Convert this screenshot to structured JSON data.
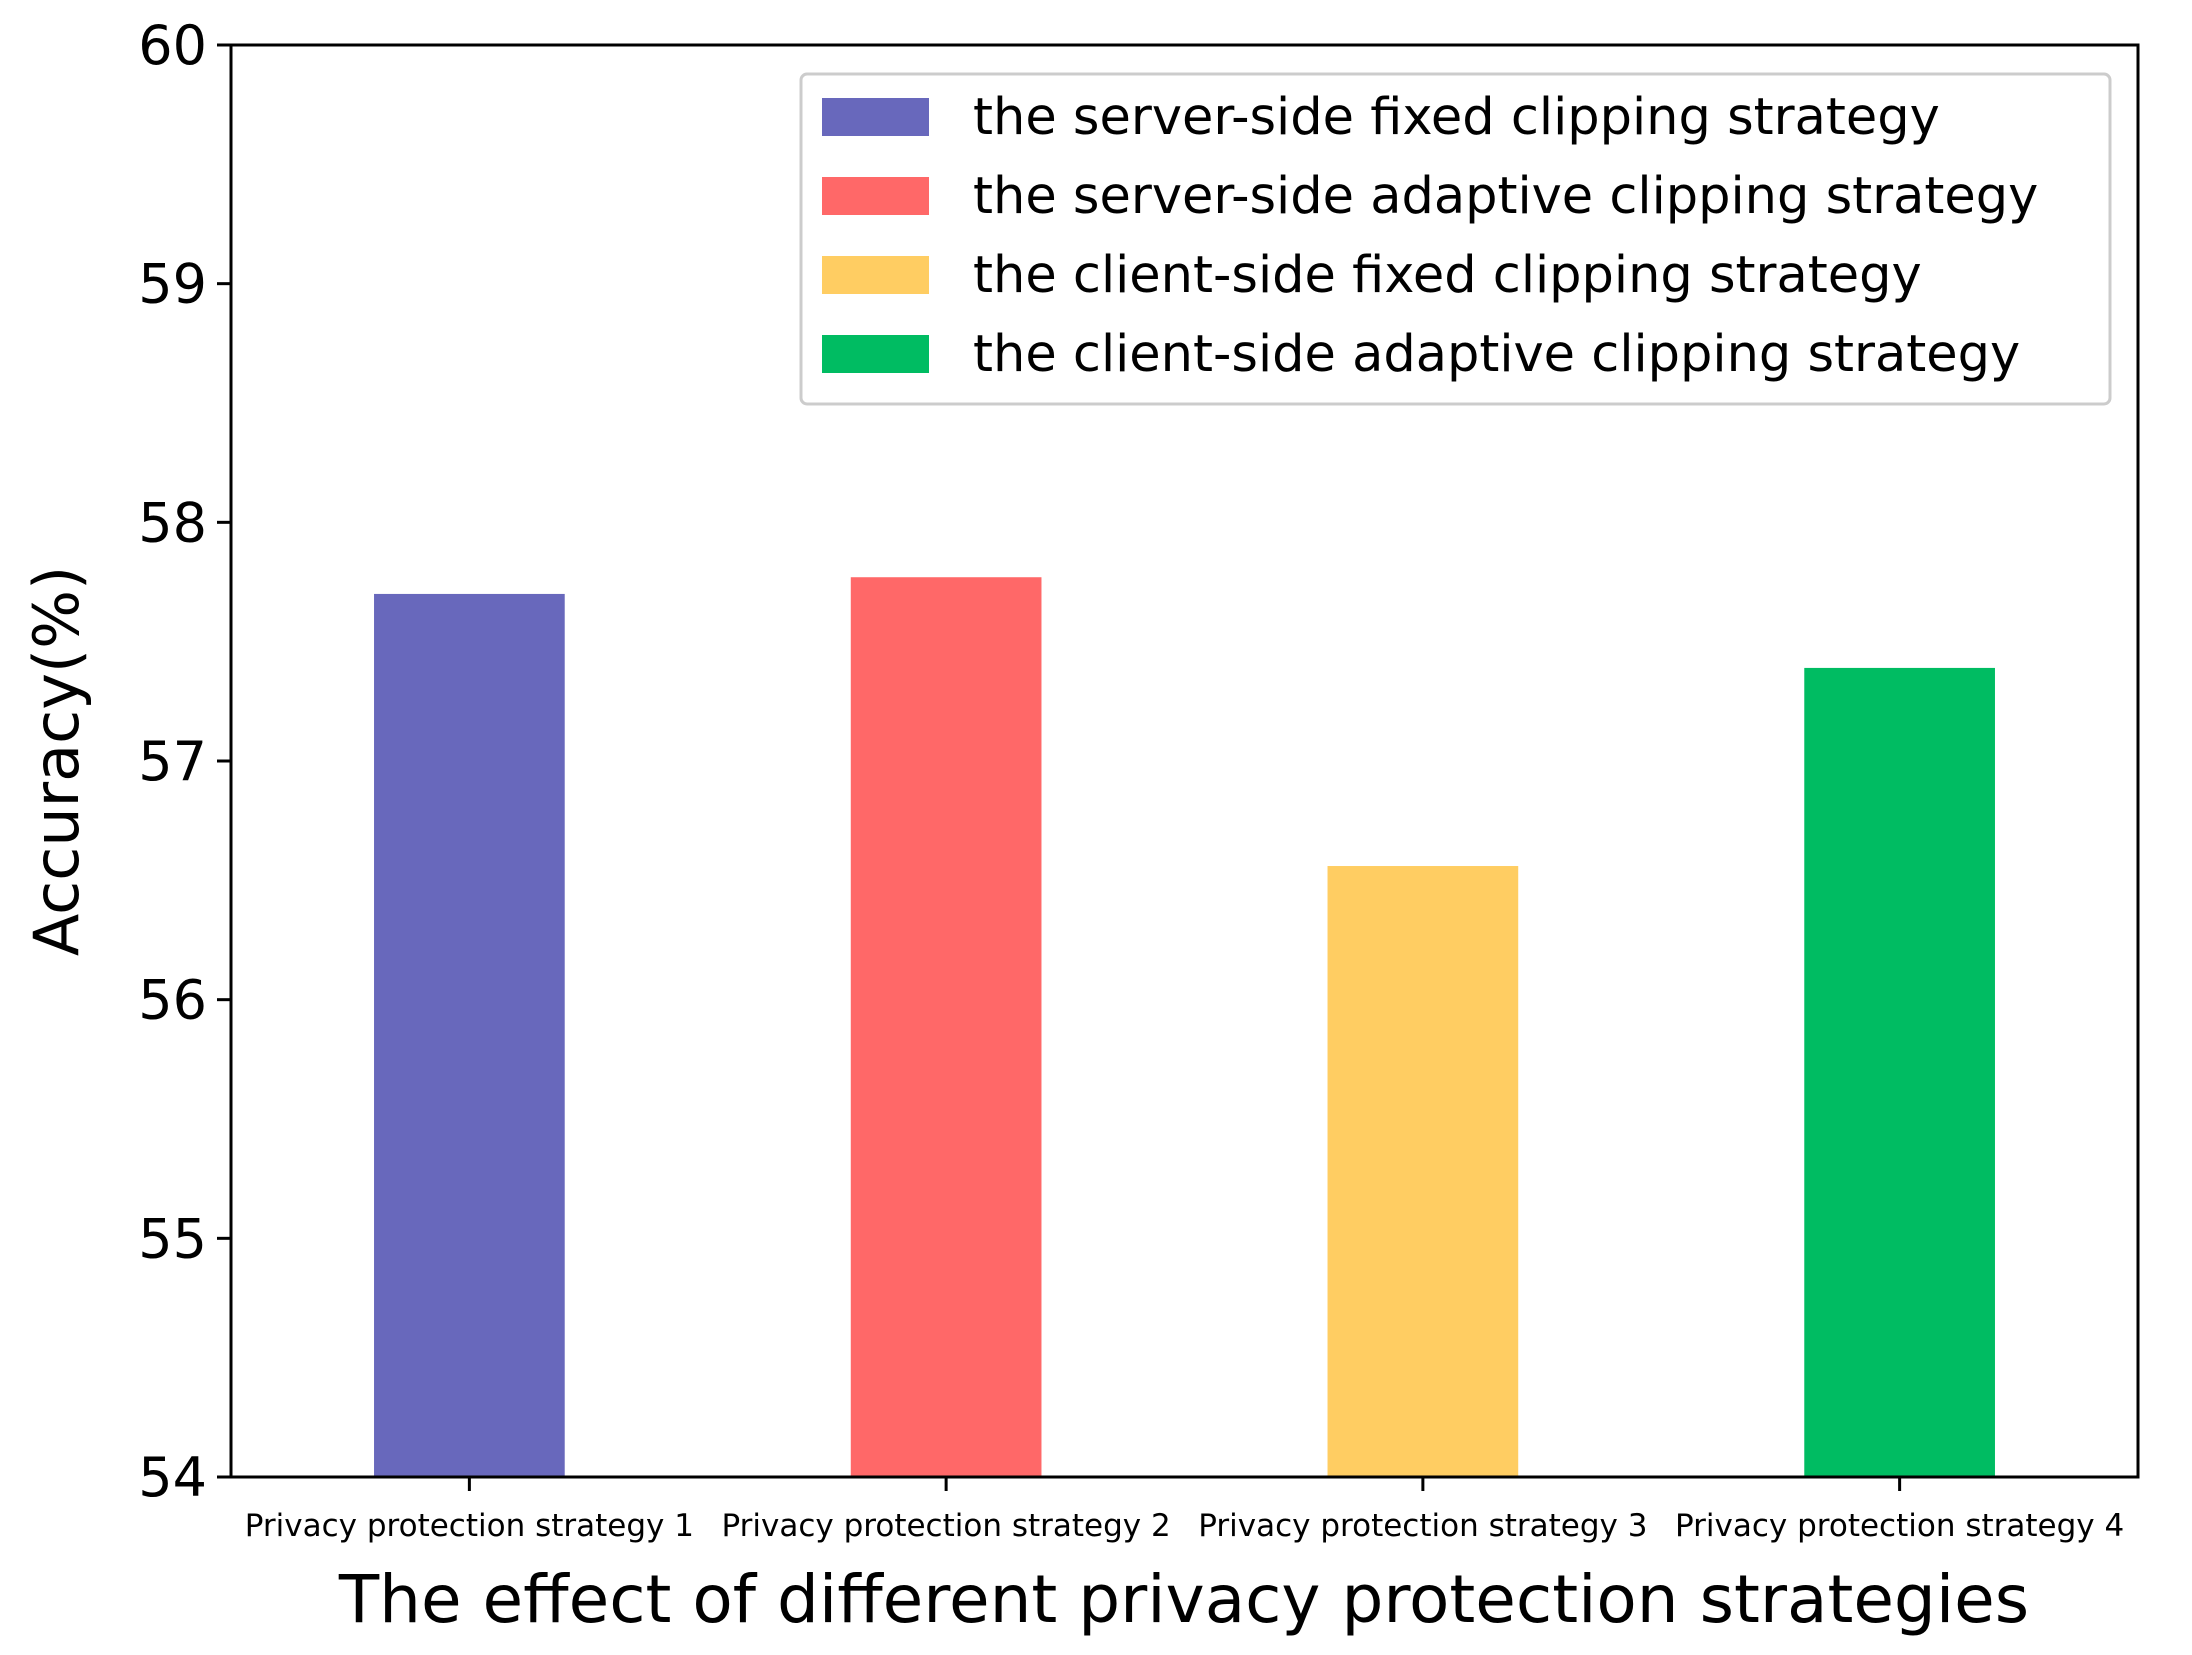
{
  "chart_data": {
    "type": "bar",
    "title": "",
    "xlabel": "The effect of different privacy protection strategies",
    "ylabel": "Accuracy(%)",
    "ylim": [
      54,
      60
    ],
    "yticks": [
      54,
      55,
      56,
      57,
      58,
      59,
      60
    ],
    "categories": [
      "Privacy protection strategy 1",
      "Privacy protection strategy 2",
      "Privacy protection strategy 3",
      "Privacy protection strategy 4"
    ],
    "values": [
      57.7,
      57.77,
      56.56,
      57.39
    ],
    "series": [
      {
        "name": "the server-side fixed clipping strategy",
        "color": "#6868bc",
        "values": [
          57.7,
          null,
          null,
          null
        ]
      },
      {
        "name": "the server-side adaptive clipping strategy",
        "color": "#ff6868",
        "values": [
          null,
          57.77,
          null,
          null
        ]
      },
      {
        "name": "the client-side fixed clipping strategy",
        "color": "#ffcd62",
        "values": [
          null,
          null,
          56.56,
          null
        ]
      },
      {
        "name": "the client-side adaptive clipping strategy",
        "color": "#00bc62",
        "values": [
          null,
          null,
          null,
          57.39
        ]
      }
    ],
    "legend_position": "top-right",
    "grid": false
  }
}
